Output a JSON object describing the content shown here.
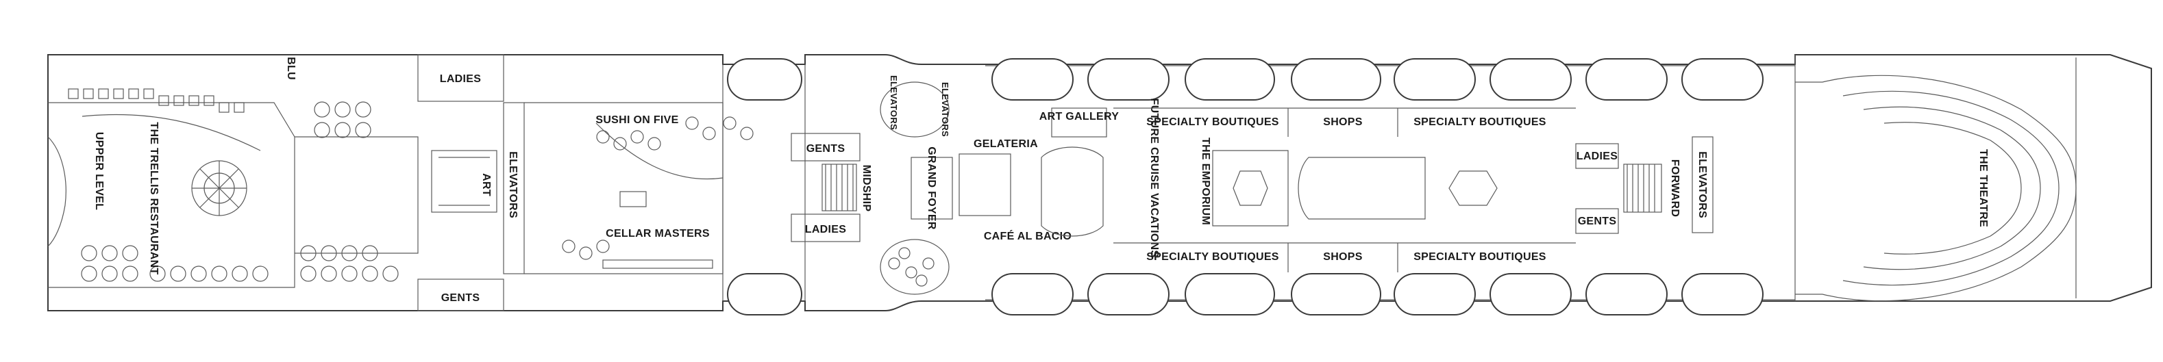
{
  "deck": {
    "venues": {
      "upper_level": "UPPER LEVEL",
      "trellis": "THE TRELLIS RESTAURANT",
      "blu": "BLU",
      "ladies_aft": "LADIES",
      "gents_aft": "GENTS",
      "art": "ART",
      "elevators_aft": "ELEVATORS",
      "sushi": "SUSHI ON FIVE",
      "cellar": "CELLAR MASTERS",
      "gents_mid": "GENTS",
      "ladies_mid": "LADIES",
      "midship": "MIDSHIP",
      "elevators_mid_top": "ELEVATORS",
      "elevators_mid_bottom": "ELEVATORS",
      "grand_foyer": "GRAND FOYER",
      "gelateria": "GELATERIA",
      "art_gallery": "ART GALLERY",
      "cafe": "CAFÉ AL BACIO",
      "future_cruise": "FUTURE CRUISE VACATIONS",
      "emporium": "THE EMPORIUM",
      "specialty_1": "SPECIALTY BOUTIQUES",
      "specialty_2": "SPECIALTY BOUTIQUES",
      "specialty_3": "SPECIALTY BOUTIQUES",
      "specialty_4": "SPECIALTY BOUTIQUES",
      "shops_top": "SHOPS",
      "shops_bottom": "SHOPS",
      "ladies_fwd": "LADIES",
      "gents_fwd": "GENTS",
      "forward": "FORWARD",
      "elevators_fwd": "ELEVATORS",
      "theatre": "THE THEATRE"
    }
  }
}
